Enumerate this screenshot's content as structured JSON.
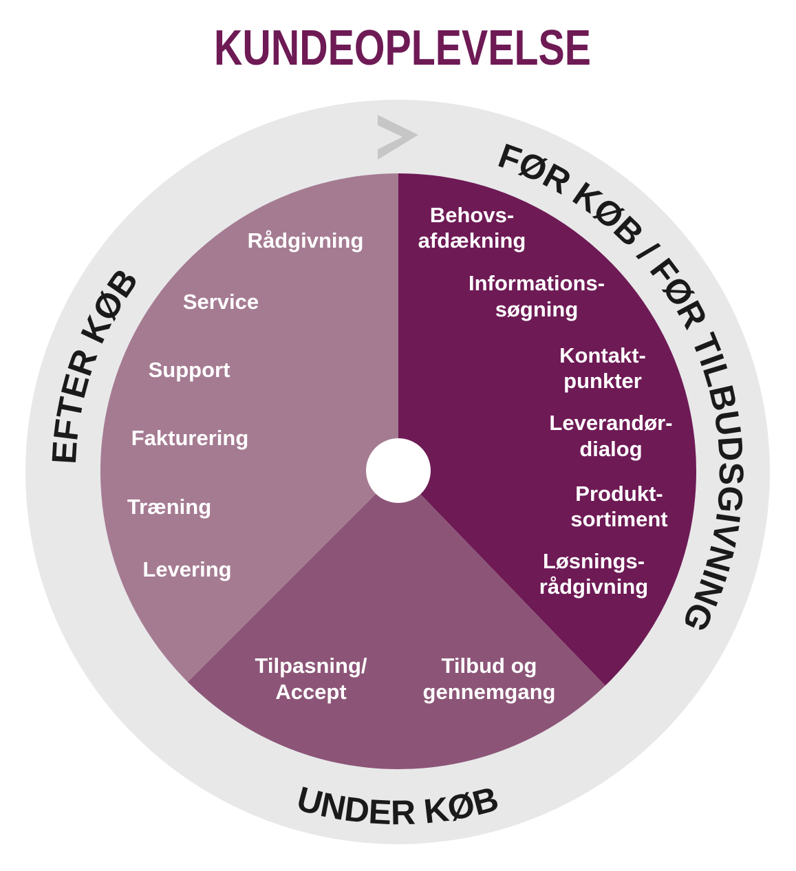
{
  "title": "KUNDEOPLEVELSE",
  "colors": {
    "title": "#6e1a55",
    "before": "#6e1a55",
    "during": "#8c5577",
    "after": "#a57b92",
    "ring": "#e8e8e9",
    "arrow": "#c6c6c6"
  },
  "arrow_icon": "chevron-right-icon",
  "phases": {
    "before": {
      "label": "FØR KØB / FØR TILBUDSGIVNING",
      "items": [
        [
          "Behovs-",
          "afdækning"
        ],
        [
          "Informations-",
          "søgning"
        ],
        [
          "Kontakt-",
          "punkter"
        ],
        [
          "Leverandør-",
          "dialog"
        ],
        [
          "Produkt-",
          "sortiment"
        ],
        [
          "Løsnings-",
          "rådgivning"
        ]
      ]
    },
    "during": {
      "label": "UNDER KØB",
      "items": [
        [
          "Tilpasning/",
          "Accept"
        ],
        [
          "Tilbud og",
          "gennemgang"
        ]
      ]
    },
    "after": {
      "label": "EFTER KØB",
      "items": [
        "Rådgivning",
        "Service",
        "Support",
        "Fakturering",
        "Træning",
        "Levering"
      ]
    }
  }
}
